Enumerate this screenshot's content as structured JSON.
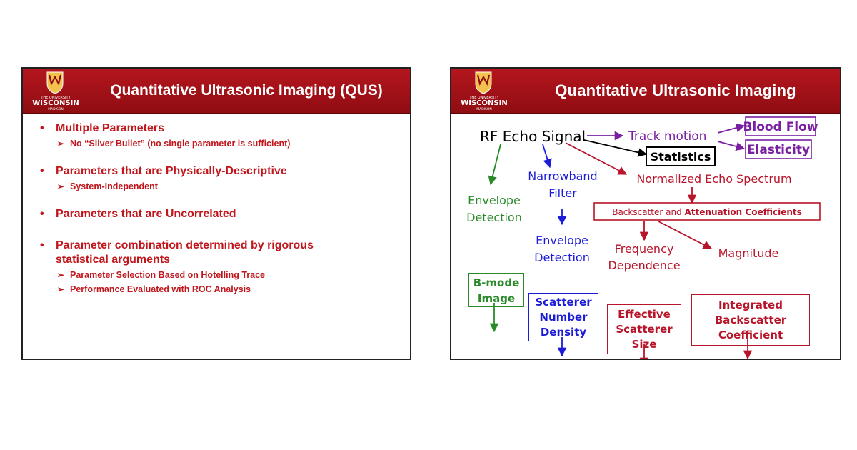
{
  "left_slide": {
    "logo_text": {
      "line1": "THE UNIVERSITY",
      "line2": "WISCONSIN",
      "line3": "MADISON"
    },
    "title": "Quantitative Ultrasonic Imaging (QUS)",
    "bullets": [
      {
        "text": "Multiple Parameters",
        "subs": [
          "No “Silver Bullet” (no single parameter is sufficient)"
        ]
      },
      {
        "text": "Parameters that are Physically-Descriptive",
        "subs": [
          "System-Independent"
        ]
      },
      {
        "text": "Parameters that are Uncorrelated",
        "subs": []
      },
      {
        "text": "Parameter combination determined by rigorous",
        "text2": "statistical arguments",
        "subs": [
          "Parameter Selection Based on Hotelling Trace",
          "Performance Evaluated with ROC Analysis"
        ]
      }
    ]
  },
  "right_slide": {
    "logo_text": {
      "line1": "THE UNIVERSITY",
      "line2": "WISCONSIN",
      "line3": "MADISON"
    },
    "title": "Quantitative Ultrasonic Imaging",
    "nodes": {
      "rf_echo": "RF Echo Signal",
      "track_motion": "Track motion",
      "blood_flow": "Blood Flow",
      "elasticity": "Elasticity",
      "statistics": "Statistics",
      "envelope1_a": "Envelope",
      "envelope1_b": "Detection",
      "narrowband_a": "Narrowband",
      "narrowband_b": "Filter",
      "normalized": "Normalized Echo Spectrum",
      "backscatter_a": "Backscatter and ",
      "backscatter_b": "Attenuation Coefficients",
      "envelope2_a": "Envelope",
      "envelope2_b": "Detection",
      "frequency_a": "Frequency",
      "frequency_b": "Dependence",
      "magnitude": "Magnitude",
      "bmode_a": "B-mode",
      "bmode_b": "Image",
      "scatterer_a": "Scatterer",
      "scatterer_b": "Number",
      "scatterer_c": "Density",
      "effective_a": "Effective",
      "effective_b": "Scatterer",
      "effective_c": "Size",
      "integrated_a": "Integrated",
      "integrated_b": "Backscatter",
      "integrated_c": "Coefficient"
    },
    "colors": {
      "black": "#000000",
      "purple": "#7a1fa2",
      "green": "#2a8a2a",
      "blue": "#1c1cd8",
      "red": "#b8142a"
    }
  }
}
